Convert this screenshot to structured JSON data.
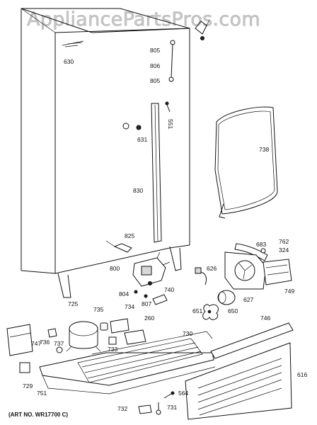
{
  "watermark": "AppliancePartsPros.com",
  "art_number": "(ART NO. WR17700 C)",
  "callouts": {
    "p630": "630",
    "p805a": "805",
    "p806": "806",
    "p805b": "805",
    "p551": "551",
    "p631": "631",
    "p738": "738",
    "p830": "830",
    "p825": "825",
    "p762": "762",
    "p683": "683",
    "p324": "324",
    "p800": "800",
    "p626": "626",
    "p749": "749",
    "p804": "804",
    "p807": "807",
    "p740": "740",
    "p627": "627",
    "p725": "725",
    "p735": "735",
    "p734": "734",
    "p651": "651",
    "p650": "650",
    "p260": "260",
    "p746": "746",
    "p736": "736",
    "p747": "747",
    "p737": "737",
    "p733": "733",
    "p730": "730",
    "p616": "616",
    "p729": "729",
    "p751": "751",
    "p564": "564",
    "p731": "731",
    "p732": "732"
  }
}
